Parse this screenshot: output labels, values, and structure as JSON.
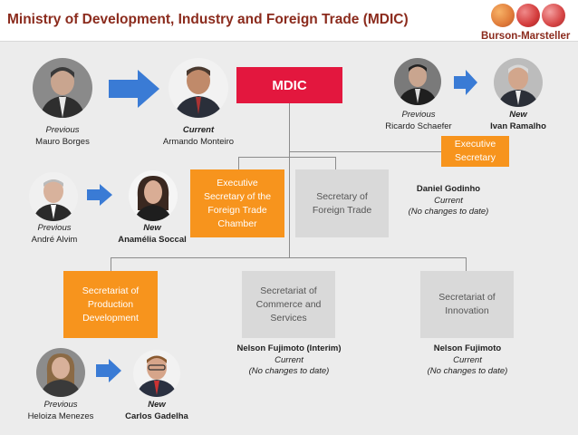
{
  "title": "Ministry of Development, Industry and Foreign Trade (MDIC)",
  "logo": {
    "text": "Burson-Marsteller"
  },
  "boxes": {
    "mdic": "MDIC",
    "exec_foreign_trade": "Executive Secretary of the Foreign Trade Chamber",
    "sec_foreign_trade": "Secretary of Foreign Trade",
    "exec_secretary": "Executive Secretary",
    "production": "Secretariat of Production Development",
    "commerce": "Secretariat of Commerce and Services",
    "innovation": "Secretariat of Innovation"
  },
  "people": {
    "minister_prev": {
      "role": "Previous",
      "name": "Mauro Borges"
    },
    "minister_curr": {
      "role": "Current",
      "name": "Armando Monteiro"
    },
    "exec_prev": {
      "role": "Previous",
      "name": "Ricardo Schaefer"
    },
    "exec_new": {
      "role": "New",
      "name": "Ivan Ramalho"
    },
    "camex_prev": {
      "role": "Previous",
      "name": "André Alvim"
    },
    "camex_new": {
      "role": "New",
      "name": "Anamélia Soccal"
    },
    "secex": {
      "name": "Daniel Godinho",
      "role": "Current",
      "note": "(No changes to date)"
    },
    "prod_prev": {
      "role": "Previous",
      "name": "Heloiza Menezes"
    },
    "prod_new": {
      "role": "New",
      "name": "Carlos Gadelha"
    },
    "commerce": {
      "name": "Nelson Fujimoto (Interim)",
      "role": "Current",
      "note": "(No changes to date)"
    },
    "innovation": {
      "name": "Nelson Fujimoto",
      "role": "Current",
      "note": "(No changes to date)"
    }
  },
  "colors": {
    "red": "#e3173e",
    "orange": "#f7941d",
    "grey": "#d9d9d9",
    "arrow": "#3a7bd5",
    "title": "#8b2b1d"
  }
}
